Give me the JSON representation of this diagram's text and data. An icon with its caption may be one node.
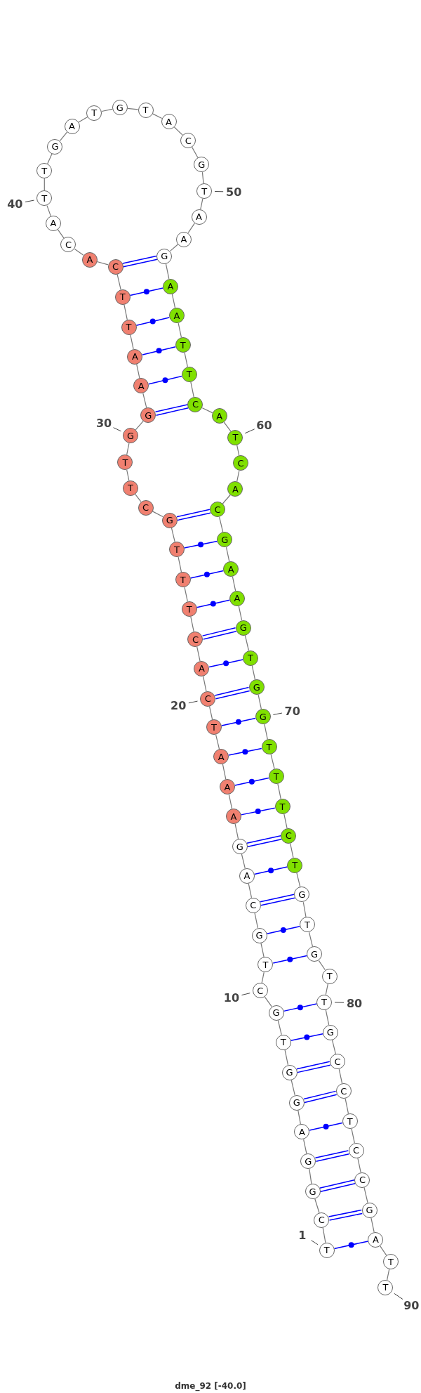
{
  "diagram": {
    "caption": "dme_92 [-40.0]",
    "nodes": [
      {
        "text": [
          "T"
        ],
        "beside": [
          "1"
        ]
      },
      {
        "text": [
          "C"
        ]
      },
      {
        "text": [
          "G"
        ]
      },
      {
        "text": [
          "G"
        ]
      },
      {
        "text": [
          "A"
        ]
      },
      {
        "text": [
          "G"
        ]
      },
      {
        "text": [
          "G"
        ]
      },
      {
        "text": [
          "T"
        ]
      },
      {
        "text": [
          "G"
        ]
      },
      {
        "text": [
          "C"
        ],
        "beside": [
          "10"
        ]
      },
      {
        "text": [
          "T"
        ]
      },
      {
        "text": [
          "G"
        ]
      },
      {
        "text": [
          "C"
        ]
      },
      {
        "text": [
          "A"
        ]
      },
      {
        "text": [
          "G"
        ]
      },
      {
        "text": [
          "A"
        ]
      },
      {
        "text": [
          "A"
        ]
      },
      {
        "text": [
          "A"
        ]
      },
      {
        "text": [
          "T"
        ]
      },
      {
        "text": [
          "C"
        ],
        "beside": [
          "20"
        ]
      },
      {
        "text": [
          "A"
        ]
      },
      {
        "text": [
          "C"
        ]
      },
      {
        "text": [
          "T"
        ]
      },
      {
        "text": [
          "T"
        ]
      },
      {
        "text": [
          "T"
        ]
      },
      {
        "text": [
          "G"
        ]
      },
      {
        "text": [
          "C"
        ]
      },
      {
        "text": [
          "T"
        ]
      },
      {
        "text": [
          "T"
        ]
      },
      {
        "text": [
          "G"
        ],
        "beside": [
          "30"
        ]
      },
      {
        "text": [
          "G"
        ]
      },
      {
        "text": [
          "A"
        ]
      },
      {
        "text": [
          "A"
        ]
      },
      {
        "text": [
          "T"
        ]
      },
      {
        "text": [
          "T"
        ]
      },
      {
        "text": [
          "C"
        ]
      },
      {
        "text": [
          "A"
        ]
      },
      {
        "text": [
          "C"
        ]
      },
      {
        "text": [
          "A"
        ]
      },
      {
        "text": [
          "T"
        ],
        "beside": [
          "40"
        ]
      },
      {
        "text": [
          "T"
        ]
      },
      {
        "text": [
          "G"
        ]
      },
      {
        "text": [
          "A"
        ]
      },
      {
        "text": [
          "T"
        ]
      },
      {
        "text": [
          "G"
        ]
      },
      {
        "text": [
          "T"
        ]
      },
      {
        "text": [
          "A"
        ]
      },
      {
        "text": [
          "C"
        ]
      },
      {
        "text": [
          "G"
        ]
      },
      {
        "text": [
          "T"
        ],
        "beside": [
          "50"
        ]
      },
      {
        "text": [
          "A"
        ]
      },
      {
        "text": [
          "A"
        ]
      },
      {
        "text": [
          "G"
        ]
      },
      {
        "text": [
          "A"
        ]
      },
      {
        "text": [
          "A"
        ]
      },
      {
        "text": [
          "T"
        ]
      },
      {
        "text": [
          "T"
        ]
      },
      {
        "text": [
          "C"
        ]
      },
      {
        "text": [
          "A"
        ]
      },
      {
        "text": [
          "T"
        ],
        "beside": [
          "60"
        ]
      },
      {
        "text": [
          "C"
        ]
      },
      {
        "text": [
          "A"
        ]
      },
      {
        "text": [
          "C"
        ]
      },
      {
        "text": [
          "G"
        ]
      },
      {
        "text": [
          "A"
        ]
      },
      {
        "text": [
          "A"
        ]
      },
      {
        "text": [
          "G"
        ]
      },
      {
        "text": [
          "T"
        ]
      },
      {
        "text": [
          "G"
        ]
      },
      {
        "text": [
          "G"
        ],
        "beside": [
          "70"
        ]
      },
      {
        "text": [
          "T"
        ]
      },
      {
        "text": [
          "T"
        ]
      },
      {
        "text": [
          "T"
        ]
      },
      {
        "text": [
          "C"
        ]
      },
      {
        "text": [
          "T"
        ]
      },
      {
        "text": [
          "G"
        ]
      },
      {
        "text": [
          "T"
        ]
      },
      {
        "text": [
          "G"
        ]
      },
      {
        "text": [
          "T"
        ]
      },
      {
        "text": [
          "T"
        ],
        "beside": [
          "80"
        ]
      },
      {
        "text": [
          "G"
        ]
      },
      {
        "text": [
          "C"
        ]
      },
      {
        "text": [
          "C"
        ]
      },
      {
        "text": [
          "T"
        ]
      },
      {
        "text": [
          "C"
        ]
      },
      {
        "text": [
          "C"
        ]
      },
      {
        "text": [
          "G"
        ]
      },
      {
        "text": [
          "A"
        ]
      },
      {
        "text": [
          "T"
        ]
      },
      {
        "text": [
          "T"
        ],
        "beside": [
          "90"
        ]
      }
    ],
    "edges": [
      {
        "from": 0,
        "to": 1,
        "arrow": "none"
      },
      {
        "from": 1,
        "to": 2,
        "arrow": "none"
      },
      {
        "from": 2,
        "to": 3,
        "arrow": "none"
      },
      {
        "from": 3,
        "to": 4,
        "arrow": "none"
      },
      {
        "from": 4,
        "to": 5,
        "arrow": "none"
      },
      {
        "from": 5,
        "to": 6,
        "arrow": "none"
      },
      {
        "from": 6,
        "to": 7,
        "arrow": "none"
      },
      {
        "from": 7,
        "to": 8,
        "arrow": "none"
      },
      {
        "from": 8,
        "to": 9,
        "arrow": "none"
      },
      {
        "from": 9,
        "to": 10,
        "arrow": "none"
      },
      {
        "from": 10,
        "to": 11,
        "arrow": "none"
      },
      {
        "from": 11,
        "to": 12,
        "arrow": "none"
      },
      {
        "from": 12,
        "to": 13,
        "arrow": "none"
      },
      {
        "from": 13,
        "to": 14,
        "arrow": "none"
      },
      {
        "from": 14,
        "to": 15,
        "arrow": "none"
      },
      {
        "from": 15,
        "to": 16,
        "arrow": "none"
      },
      {
        "from": 16,
        "to": 17,
        "arrow": "none"
      },
      {
        "from": 17,
        "to": 18,
        "arrow": "none"
      },
      {
        "from": 18,
        "to": 19,
        "arrow": "none"
      },
      {
        "from": 19,
        "to": 20,
        "arrow": "none"
      },
      {
        "from": 20,
        "to": 21,
        "arrow": "none"
      },
      {
        "from": 21,
        "to": 22,
        "arrow": "none"
      },
      {
        "from": 22,
        "to": 23,
        "arrow": "none"
      },
      {
        "from": 23,
        "to": 24,
        "arrow": "none"
      },
      {
        "from": 24,
        "to": 25,
        "arrow": "none"
      },
      {
        "from": 25,
        "to": 26,
        "arrow": "none"
      },
      {
        "from": 26,
        "to": 27,
        "arrow": "none"
      },
      {
        "from": 27,
        "to": 28,
        "arrow": "none"
      },
      {
        "from": 28,
        "to": 29,
        "arrow": "none"
      },
      {
        "from": 29,
        "to": 30,
        "arrow": "none"
      },
      {
        "from": 30,
        "to": 31,
        "arrow": "none"
      },
      {
        "from": 31,
        "to": 32,
        "arrow": "none"
      },
      {
        "from": 32,
        "to": 33,
        "arrow": "none"
      },
      {
        "from": 33,
        "to": 34,
        "arrow": "none"
      },
      {
        "from": 34,
        "to": 35,
        "arrow": "none"
      },
      {
        "from": 35,
        "to": 36,
        "arrow": "none"
      },
      {
        "from": 36,
        "to": 37,
        "arrow": "none"
      },
      {
        "from": 37,
        "to": 38,
        "arrow": "none"
      },
      {
        "from": 38,
        "to": 39,
        "arrow": "none"
      },
      {
        "from": 39,
        "to": 40,
        "arrow": "none"
      },
      {
        "from": 40,
        "to": 41,
        "arrow": "none"
      },
      {
        "from": 41,
        "to": 42,
        "arrow": "none"
      },
      {
        "from": 42,
        "to": 43,
        "arrow": "none"
      },
      {
        "from": 43,
        "to": 44,
        "arrow": "none"
      },
      {
        "from": 44,
        "to": 45,
        "arrow": "none"
      },
      {
        "from": 45,
        "to": 46,
        "arrow": "none"
      },
      {
        "from": 46,
        "to": 47,
        "arrow": "none"
      },
      {
        "from": 47,
        "to": 48,
        "arrow": "none"
      },
      {
        "from": 48,
        "to": 49,
        "arrow": "none"
      },
      {
        "from": 49,
        "to": 50,
        "arrow": "none"
      },
      {
        "from": 50,
        "to": 51,
        "arrow": "none"
      },
      {
        "from": 51,
        "to": 52,
        "arrow": "none"
      },
      {
        "from": 52,
        "to": 53,
        "arrow": "none"
      },
      {
        "from": 53,
        "to": 54,
        "arrow": "none"
      },
      {
        "from": 54,
        "to": 55,
        "arrow": "none"
      },
      {
        "from": 55,
        "to": 56,
        "arrow": "none"
      },
      {
        "from": 56,
        "to": 57,
        "arrow": "none"
      },
      {
        "from": 57,
        "to": 58,
        "arrow": "none"
      },
      {
        "from": 58,
        "to": 59,
        "arrow": "none"
      },
      {
        "from": 59,
        "to": 60,
        "arrow": "none"
      },
      {
        "from": 60,
        "to": 61,
        "arrow": "none"
      },
      {
        "from": 61,
        "to": 62,
        "arrow": "none"
      },
      {
        "from": 62,
        "to": 63,
        "arrow": "none"
      },
      {
        "from": 63,
        "to": 64,
        "arrow": "none"
      },
      {
        "from": 64,
        "to": 65,
        "arrow": "none"
      },
      {
        "from": 65,
        "to": 66,
        "arrow": "none"
      },
      {
        "from": 66,
        "to": 67,
        "arrow": "none"
      },
      {
        "from": 67,
        "to": 68,
        "arrow": "none"
      },
      {
        "from": 68,
        "to": 69,
        "arrow": "none"
      },
      {
        "from": 69,
        "to": 70,
        "arrow": "none"
      },
      {
        "from": 70,
        "to": 71,
        "arrow": "none"
      },
      {
        "from": 71,
        "to": 72,
        "arrow": "none"
      },
      {
        "from": 72,
        "to": 73,
        "arrow": "none"
      },
      {
        "from": 73,
        "to": 74,
        "arrow": "none"
      },
      {
        "from": 74,
        "to": 75,
        "arrow": "none"
      },
      {
        "from": 75,
        "to": 76,
        "arrow": "none"
      },
      {
        "from": 76,
        "to": 77,
        "arrow": "none"
      },
      {
        "from": 77,
        "to": 78,
        "arrow": "none"
      },
      {
        "from": 78,
        "to": 79,
        "arrow": "none"
      },
      {
        "from": 79,
        "to": 80,
        "arrow": "none"
      },
      {
        "from": 80,
        "to": 81,
        "arrow": "none"
      },
      {
        "from": 81,
        "to": 82,
        "arrow": "none"
      },
      {
        "from": 82,
        "to": 83,
        "arrow": "none"
      },
      {
        "from": 83,
        "to": 84,
        "arrow": "none"
      },
      {
        "from": 84,
        "to": 85,
        "arrow": "none"
      },
      {
        "from": 85,
        "to": 86,
        "arrow": "none"
      },
      {
        "from": 86,
        "to": 87,
        "arrow": "none"
      },
      {
        "from": 87,
        "to": 88,
        "arrow": "none"
      },
      {
        "from": 88,
        "to": 89,
        "arrow": "none"
      },
      {
        "from": 0,
        "to": 87,
        "arrow": "none",
        "color": "#0000ff"
      },
      {
        "from": 1,
        "to": 86,
        "arrow": "none",
        "color": "#0000ff"
      },
      {
        "from": 2,
        "to": 85,
        "arrow": "none",
        "color": "#0000ff"
      },
      {
        "from": 3,
        "to": 84,
        "arrow": "none",
        "color": "#0000ff"
      },
      {
        "from": 4,
        "to": 83,
        "arrow": "none",
        "color": "#0000ff"
      },
      {
        "from": 5,
        "to": 82,
        "arrow": "none",
        "color": "#0000ff"
      },
      {
        "from": 6,
        "to": 81,
        "arrow": "none",
        "color": "#0000ff"
      },
      {
        "from": 7,
        "to": 80,
        "arrow": "none",
        "color": "#0000ff"
      },
      {
        "from": 8,
        "to": 79,
        "arrow": "none",
        "color": "#0000ff"
      },
      {
        "from": 10,
        "to": 77,
        "arrow": "none",
        "color": "#0000ff"
      },
      {
        "from": 11,
        "to": 76,
        "arrow": "none",
        "color": "#0000ff"
      },
      {
        "from": 12,
        "to": 75,
        "arrow": "none",
        "color": "#0000ff"
      },
      {
        "from": 13,
        "to": 74,
        "arrow": "none",
        "color": "#0000ff"
      },
      {
        "from": 14,
        "to": 73,
        "arrow": "none",
        "color": "#0000ff"
      },
      {
        "from": 15,
        "to": 72,
        "arrow": "none",
        "color": "#0000ff"
      },
      {
        "from": 16,
        "to": 71,
        "arrow": "none",
        "color": "#0000ff"
      },
      {
        "from": 17,
        "to": 70,
        "arrow": "none",
        "color": "#0000ff"
      },
      {
        "from": 18,
        "to": 69,
        "arrow": "none",
        "color": "#0000ff"
      },
      {
        "from": 19,
        "to": 68,
        "arrow": "none",
        "color": "#0000ff"
      },
      {
        "from": 20,
        "to": 67,
        "arrow": "none",
        "color": "#0000ff"
      },
      {
        "from": 21,
        "to": 66,
        "arrow": "none",
        "color": "#0000ff"
      },
      {
        "from": 22,
        "to": 65,
        "arrow": "none",
        "color": "#0000ff"
      },
      {
        "from": 23,
        "to": 64,
        "arrow": "none",
        "color": "#0000ff"
      },
      {
        "from": 24,
        "to": 63,
        "arrow": "none",
        "color": "#0000ff"
      },
      {
        "from": 25,
        "to": 62,
        "arrow": "none",
        "color": "#0000ff"
      },
      {
        "from": 30,
        "to": 57,
        "arrow": "none",
        "color": "#0000ff"
      },
      {
        "from": 31,
        "to": 56,
        "arrow": "none",
        "color": "#0000ff"
      },
      {
        "from": 32,
        "to": 55,
        "arrow": "none",
        "color": "#0000ff"
      },
      {
        "from": 33,
        "to": 54,
        "arrow": "none",
        "color": "#0000ff"
      },
      {
        "from": 34,
        "to": 53,
        "arrow": "none",
        "color": "#0000ff"
      },
      {
        "from": 35,
        "to": 52,
        "arrow": "none",
        "color": "#0000ff"
      }
    ]
  }
}
